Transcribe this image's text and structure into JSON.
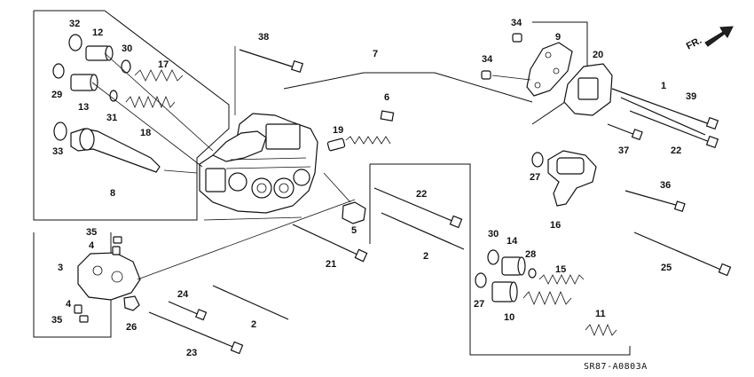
{
  "diagram_code": "SR87-A0803A",
  "orientation_label": "FR.",
  "callouts": [
    {
      "id": "32",
      "label": "32"
    },
    {
      "id": "12",
      "label": "12"
    },
    {
      "id": "30a",
      "label": "30"
    },
    {
      "id": "29",
      "label": "29"
    },
    {
      "id": "13",
      "label": "13"
    },
    {
      "id": "31",
      "label": "31"
    },
    {
      "id": "17",
      "label": "17"
    },
    {
      "id": "18",
      "label": "18"
    },
    {
      "id": "33",
      "label": "33"
    },
    {
      "id": "8",
      "label": "8"
    },
    {
      "id": "38",
      "label": "38"
    },
    {
      "id": "7",
      "label": "7"
    },
    {
      "id": "6",
      "label": "6"
    },
    {
      "id": "19",
      "label": "19"
    },
    {
      "id": "5",
      "label": "5"
    },
    {
      "id": "34a",
      "label": "34"
    },
    {
      "id": "34b",
      "label": "34"
    },
    {
      "id": "9",
      "label": "9"
    },
    {
      "id": "20",
      "label": "20"
    },
    {
      "id": "1",
      "label": "1"
    },
    {
      "id": "39",
      "label": "39"
    },
    {
      "id": "37",
      "label": "37"
    },
    {
      "id": "22a",
      "label": "22"
    },
    {
      "id": "27a",
      "label": "27"
    },
    {
      "id": "36",
      "label": "36"
    },
    {
      "id": "16",
      "label": "16"
    },
    {
      "id": "25",
      "label": "25"
    },
    {
      "id": "22b",
      "label": "22"
    },
    {
      "id": "2a",
      "label": "2"
    },
    {
      "id": "21",
      "label": "21"
    },
    {
      "id": "35a",
      "label": "35"
    },
    {
      "id": "4a",
      "label": "4"
    },
    {
      "id": "3",
      "label": "3"
    },
    {
      "id": "4b",
      "label": "4"
    },
    {
      "id": "35b",
      "label": "35"
    },
    {
      "id": "26",
      "label": "26"
    },
    {
      "id": "24",
      "label": "24"
    },
    {
      "id": "2b",
      "label": "2"
    },
    {
      "id": "23",
      "label": "23"
    },
    {
      "id": "30b",
      "label": "30"
    },
    {
      "id": "14",
      "label": "14"
    },
    {
      "id": "28",
      "label": "28"
    },
    {
      "id": "15",
      "label": "15"
    },
    {
      "id": "27b",
      "label": "27"
    },
    {
      "id": "10",
      "label": "10"
    },
    {
      "id": "11",
      "label": "11"
    }
  ]
}
